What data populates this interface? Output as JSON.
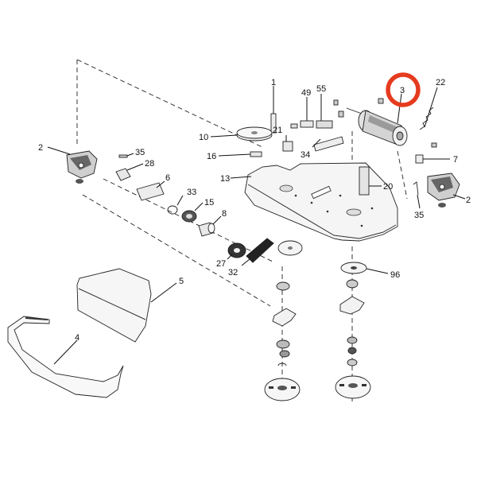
{
  "callouts": [
    {
      "id": "label-1",
      "text": "1"
    },
    {
      "id": "label-2-left",
      "text": "2"
    },
    {
      "id": "label-2-right",
      "text": "2"
    },
    {
      "id": "label-3",
      "text": "3"
    },
    {
      "id": "label-4",
      "text": "4"
    },
    {
      "id": "label-5",
      "text": "5"
    },
    {
      "id": "label-6",
      "text": "6"
    },
    {
      "id": "label-7",
      "text": "7"
    },
    {
      "id": "label-8",
      "text": "8"
    },
    {
      "id": "label-10",
      "text": "10"
    },
    {
      "id": "label-13",
      "text": "13"
    },
    {
      "id": "label-15",
      "text": "15"
    },
    {
      "id": "label-16",
      "text": "16"
    },
    {
      "id": "label-20",
      "text": "20"
    },
    {
      "id": "label-21",
      "text": "21"
    },
    {
      "id": "label-22",
      "text": "22"
    },
    {
      "id": "label-27",
      "text": "27"
    },
    {
      "id": "label-28",
      "text": "28"
    },
    {
      "id": "label-32",
      "text": "32"
    },
    {
      "id": "label-33",
      "text": "33"
    },
    {
      "id": "label-34",
      "text": "34"
    },
    {
      "id": "label-35-top",
      "text": "35"
    },
    {
      "id": "label-35-bottom",
      "text": "35"
    },
    {
      "id": "label-49",
      "text": "49"
    },
    {
      "id": "label-55",
      "text": "55"
    },
    {
      "id": "label-96",
      "text": "96"
    }
  ],
  "highlight": {
    "target": "label-3",
    "color": "#e53b1e"
  },
  "colors": {
    "line": "#111111",
    "part_fill": "#f4f4f4",
    "part_shade": "#bdbdbd",
    "dark": "#333333"
  }
}
